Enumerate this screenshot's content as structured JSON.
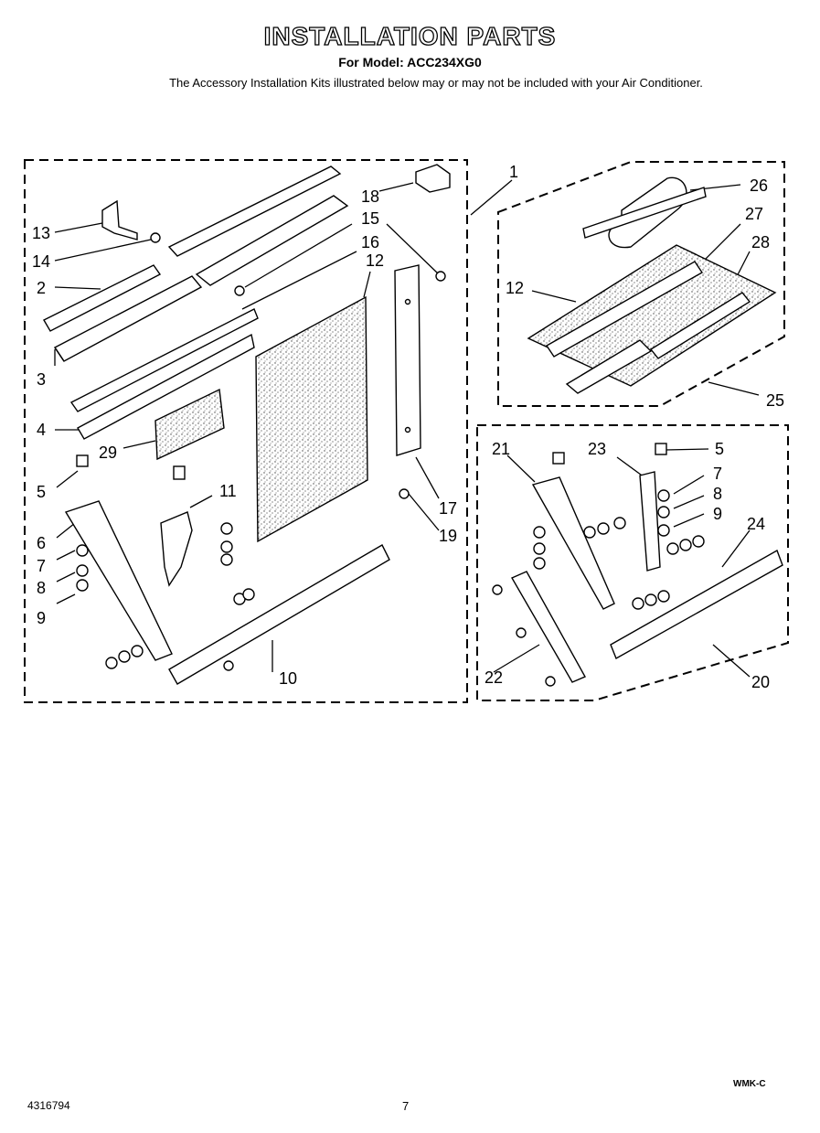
{
  "header": {
    "title": "INSTALLATION PARTS",
    "subtitle": "For Model: ACC234XG0",
    "note": "The Accessory Installation Kits illustrated below may or may not be included with your Air Conditioner."
  },
  "callouts": {
    "n1": "1",
    "n2": "2",
    "n3": "3",
    "n4": "4",
    "n5a": "5",
    "n5b": "5",
    "n6": "6",
    "n7a": "7",
    "n7b": "7",
    "n8a": "8",
    "n8b": "8",
    "n9a": "9",
    "n9b": "9",
    "n10": "10",
    "n11": "11",
    "n12a": "12",
    "n12b": "12",
    "n13": "13",
    "n14": "14",
    "n15": "15",
    "n16": "16",
    "n17": "17",
    "n18": "18",
    "n19": "19",
    "n20": "20",
    "n21": "21",
    "n22": "22",
    "n23": "23",
    "n24": "24",
    "n25": "25",
    "n26": "26",
    "n27": "27",
    "n28": "28",
    "n29": "29"
  },
  "footer": {
    "part_number": "4316794",
    "page": "7",
    "code": "WMK-C"
  }
}
